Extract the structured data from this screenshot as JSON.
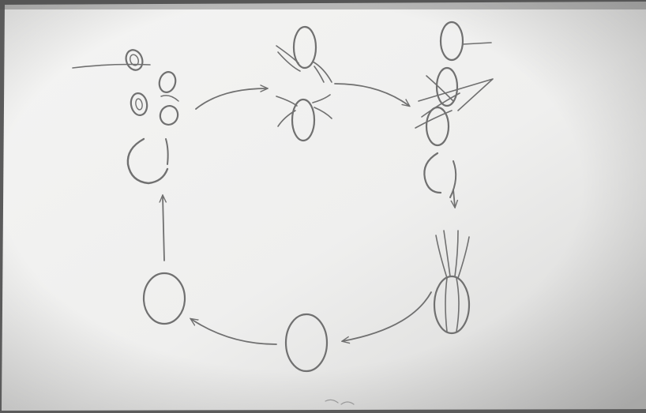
{
  "diagram": {
    "description_visible_text": "",
    "palette": {
      "paper_light": "#f3f3f2",
      "paper_shadow": "#cfcfcf",
      "pencil": "#6f6f6f",
      "frame_dark": "#3a3a3a"
    },
    "stages": [
      {
        "id": "zygote-nuclei-cluster",
        "shape": "cluster-of-small-ovals"
      },
      {
        "id": "paired-cells",
        "shape": "two-ovals-with-flagella"
      },
      {
        "id": "fusion-stage",
        "shape": "overlapping-ovals-with-flagella"
      },
      {
        "id": "flagellated-zygote",
        "shape": "oval-with-flagella"
      },
      {
        "id": "round-cell-bottom",
        "shape": "single-oval"
      },
      {
        "id": "round-cell-left",
        "shape": "single-oval"
      },
      {
        "id": "crescent-stage",
        "shape": "open-crescent"
      }
    ],
    "arrows": [
      {
        "from": "zygote-nuclei-cluster",
        "to": "paired-cells"
      },
      {
        "from": "paired-cells",
        "to": "fusion-stage"
      },
      {
        "from": "fusion-stage",
        "to": "flagellated-zygote"
      },
      {
        "from": "flagellated-zygote",
        "to": "round-cell-bottom"
      },
      {
        "from": "round-cell-bottom",
        "to": "round-cell-left"
      },
      {
        "from": "round-cell-left",
        "to": "crescent-stage"
      }
    ]
  }
}
